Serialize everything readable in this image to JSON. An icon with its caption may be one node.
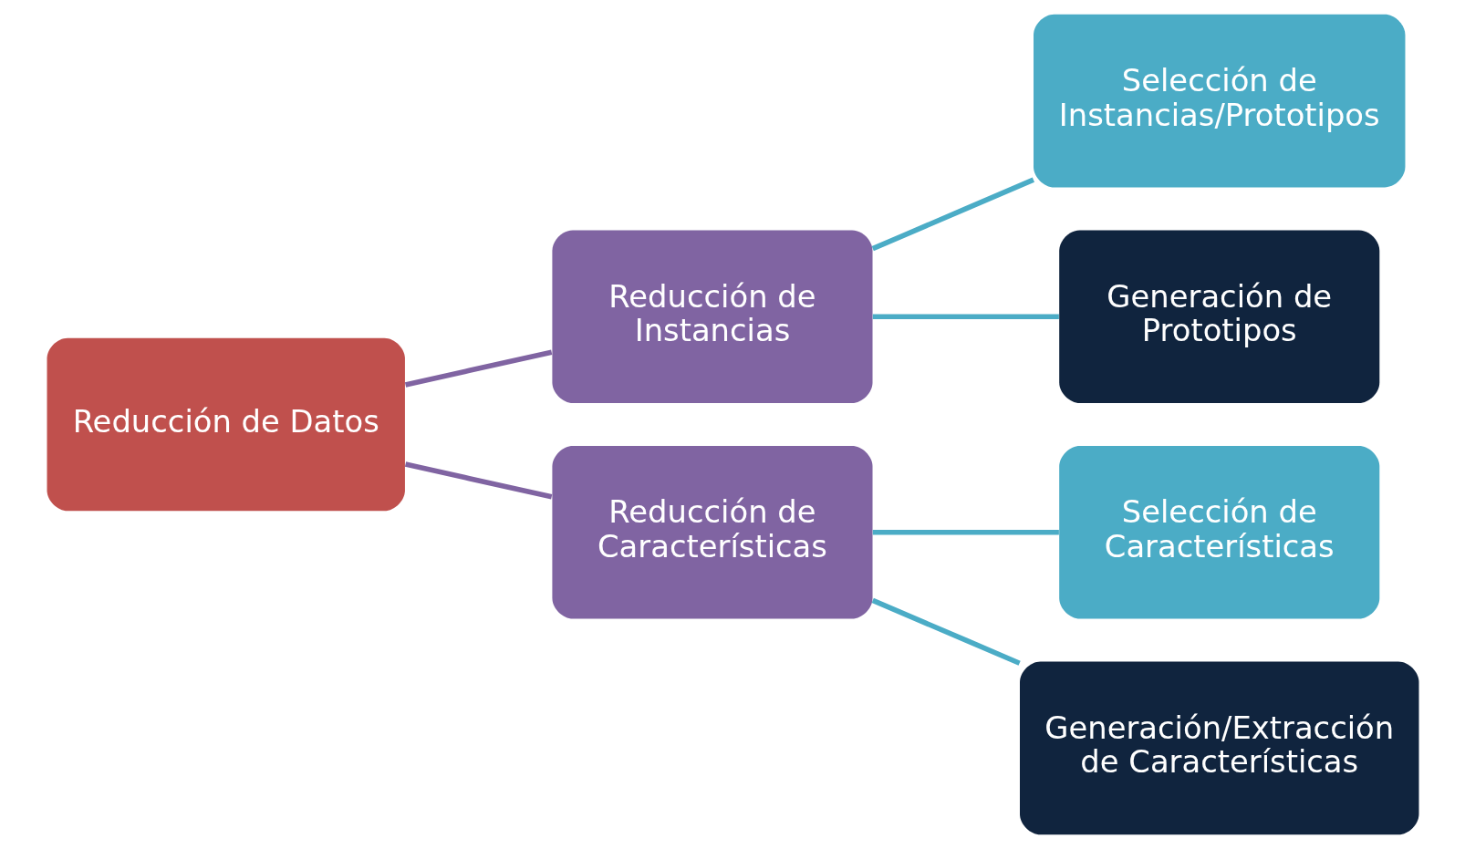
{
  "diagram": {
    "nodes": [
      {
        "text": [
          "Reducción de Datos"
        ]
      },
      {
        "text": [
          "Reducción de Instancias"
        ]
      },
      {
        "text": [
          "Reducción de Características"
        ]
      },
      {
        "text": [
          "Selección de Instancias/Prototipos"
        ]
      },
      {
        "text": [
          "Generación de Prototipos"
        ]
      },
      {
        "text": [
          "Selección de Características"
        ]
      },
      {
        "text": [
          "Generación/Extracción de Características"
        ]
      }
    ],
    "edges": [
      {
        "from": 0,
        "to": 1,
        "arrow": "none",
        "color": "#8064a2"
      },
      {
        "from": 0,
        "to": 2,
        "arrow": "none",
        "color": "#8064a2"
      },
      {
        "from": 1,
        "to": 3,
        "arrow": "none"
      },
      {
        "from": 1,
        "to": 4,
        "arrow": "none"
      },
      {
        "from": 2,
        "to": 5,
        "arrow": "none"
      },
      {
        "from": 2,
        "to": 6,
        "arrow": "none"
      }
    ]
  }
}
